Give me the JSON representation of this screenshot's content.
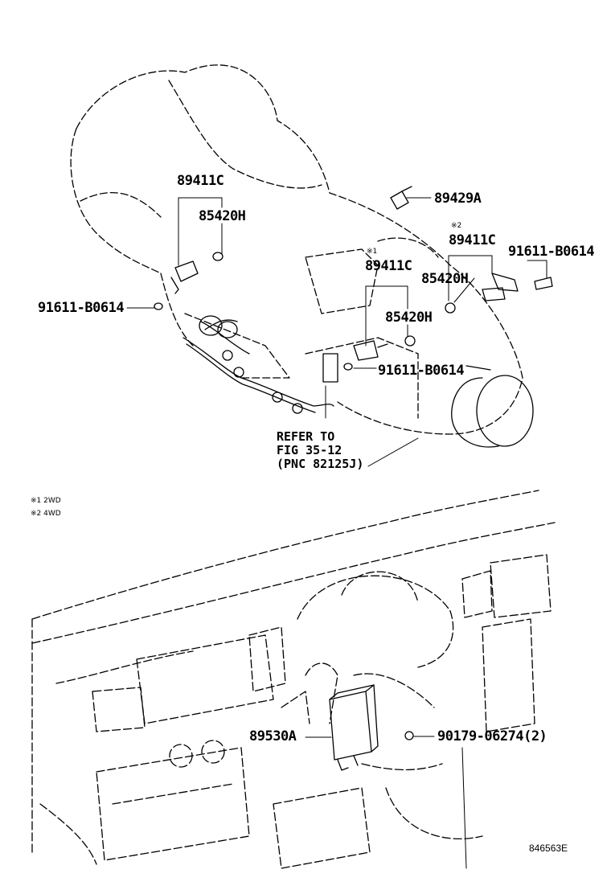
{
  "parts": {
    "p1": "89411C",
    "p2": "85420H",
    "p3": "91611-B0614",
    "p4": "89429A",
    "p5_mark": "※2",
    "p5": "89411C",
    "p6": "91611-B0614",
    "p7_mark": "※1",
    "p7": "89411C",
    "p8": "85420H",
    "p9": "85420H",
    "p10": "91611-B0614",
    "p11": "89530A",
    "p12": "90179-06274(2)"
  },
  "reference": {
    "line1": "REFER TO",
    "line2": "FIG 35-12",
    "line3": "(PNC 82125J)"
  },
  "notes": {
    "n1": "※1 2WD",
    "n2": "※2 4WD"
  },
  "diagram_code": "846563E"
}
